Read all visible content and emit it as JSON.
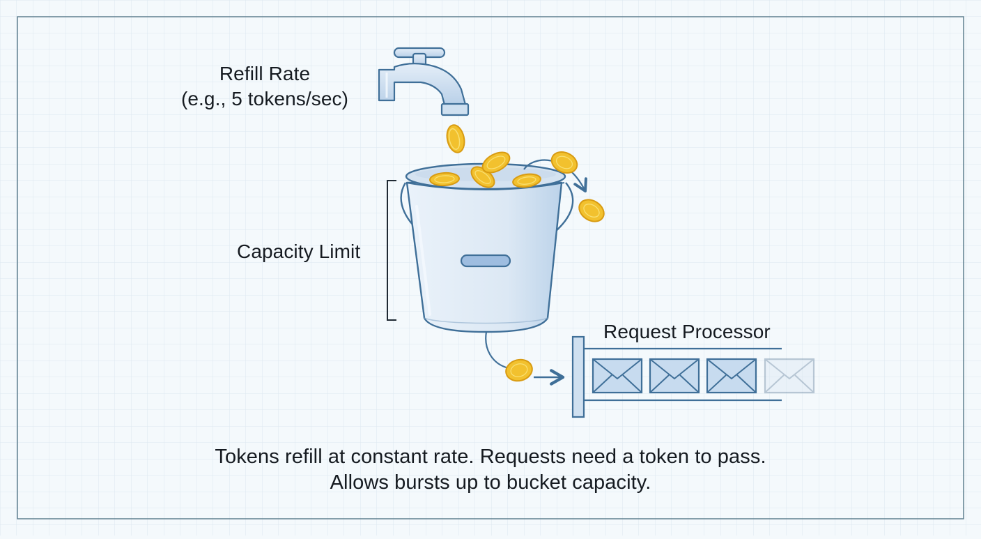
{
  "diagram": {
    "refill_rate": {
      "title": "Refill Rate",
      "example": "(e.g., 5 tokens/sec)"
    },
    "capacity_label": "Capacity Limit",
    "processor_label": "Request Processor",
    "caption": {
      "line1": "Tokens refill at constant rate. Requests need a token to pass.",
      "line2": "Allows bursts up to bucket capacity."
    },
    "icons": {
      "faucet": "faucet-icon",
      "bucket": "bucket-icon",
      "token": "coin-icon",
      "request": "envelope-icon"
    },
    "colors": {
      "background": "#f4f9fc",
      "grid": "#dce8f0",
      "frame": "#5f7f8f",
      "outline": "#3f6f98",
      "bucket_fill": "#dce8f4",
      "faucet_fill": "#cfe0f0",
      "coin_fill": "#f2c12e",
      "coin_edge": "#d89b12",
      "envelope_fill": "#c7dbef",
      "text": "#151a20"
    }
  }
}
